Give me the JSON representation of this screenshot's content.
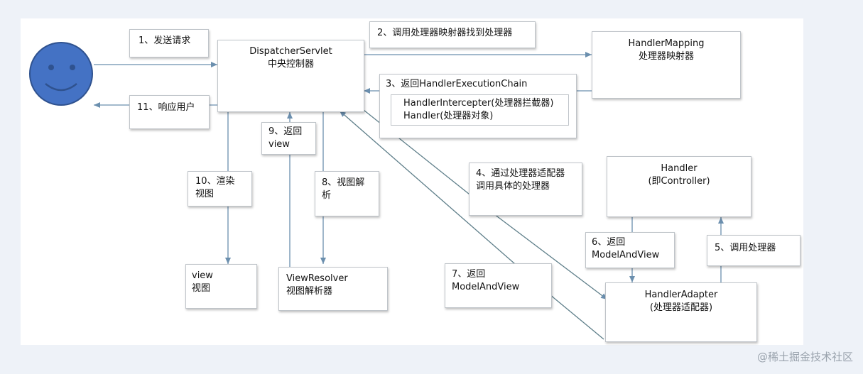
{
  "colors": {
    "arrow": "#6b8fae",
    "line": "#5f7f8a",
    "face": "#4472c4",
    "face_stroke": "#2f528f"
  },
  "icons": {
    "user": "smiley-face-icon"
  },
  "labels": {
    "l1": "1、发送请求",
    "l2": "2、调用处理器映射器找到处理器",
    "l3_title": "3、返回HandlerExecutionChain",
    "l3_line1": "HandlerIntercepter(处理器拦截器)",
    "l3_line2": "Handler(处理器对象)",
    "l4_line1": "4、通过处理器适配器",
    "l4_line2": "调用具体的处理器",
    "l5": "5、调用处理器",
    "l6_line1": "6、返回",
    "l6_line2": "ModelAndView",
    "l7_line1": "7、返回",
    "l7_line2": "ModelAndView",
    "l8_line1": "8、视图解",
    "l8_line2": "析",
    "l9_line1": "9、返回",
    "l9_line2": "view",
    "l10_line1": "10、渲染",
    "l10_line2": "视图",
    "l11": "11、响应用户"
  },
  "nodes": {
    "dispatcher": {
      "en": "DispatcherServlet",
      "zh": "中央控制器"
    },
    "handler_mapping": {
      "en": "HandlerMapping",
      "zh": "处理器映射器"
    },
    "handler": {
      "en": "Handler",
      "zh": "(即Controller)"
    },
    "handler_adapter": {
      "en": "HandlerAdapter",
      "zh": "(处理器适配器)"
    },
    "view_resolver": {
      "en": "ViewResolver",
      "zh": "视图解析器"
    },
    "view": {
      "en": "view",
      "zh": "视图"
    }
  },
  "watermark": "@稀土掘金技术社区"
}
